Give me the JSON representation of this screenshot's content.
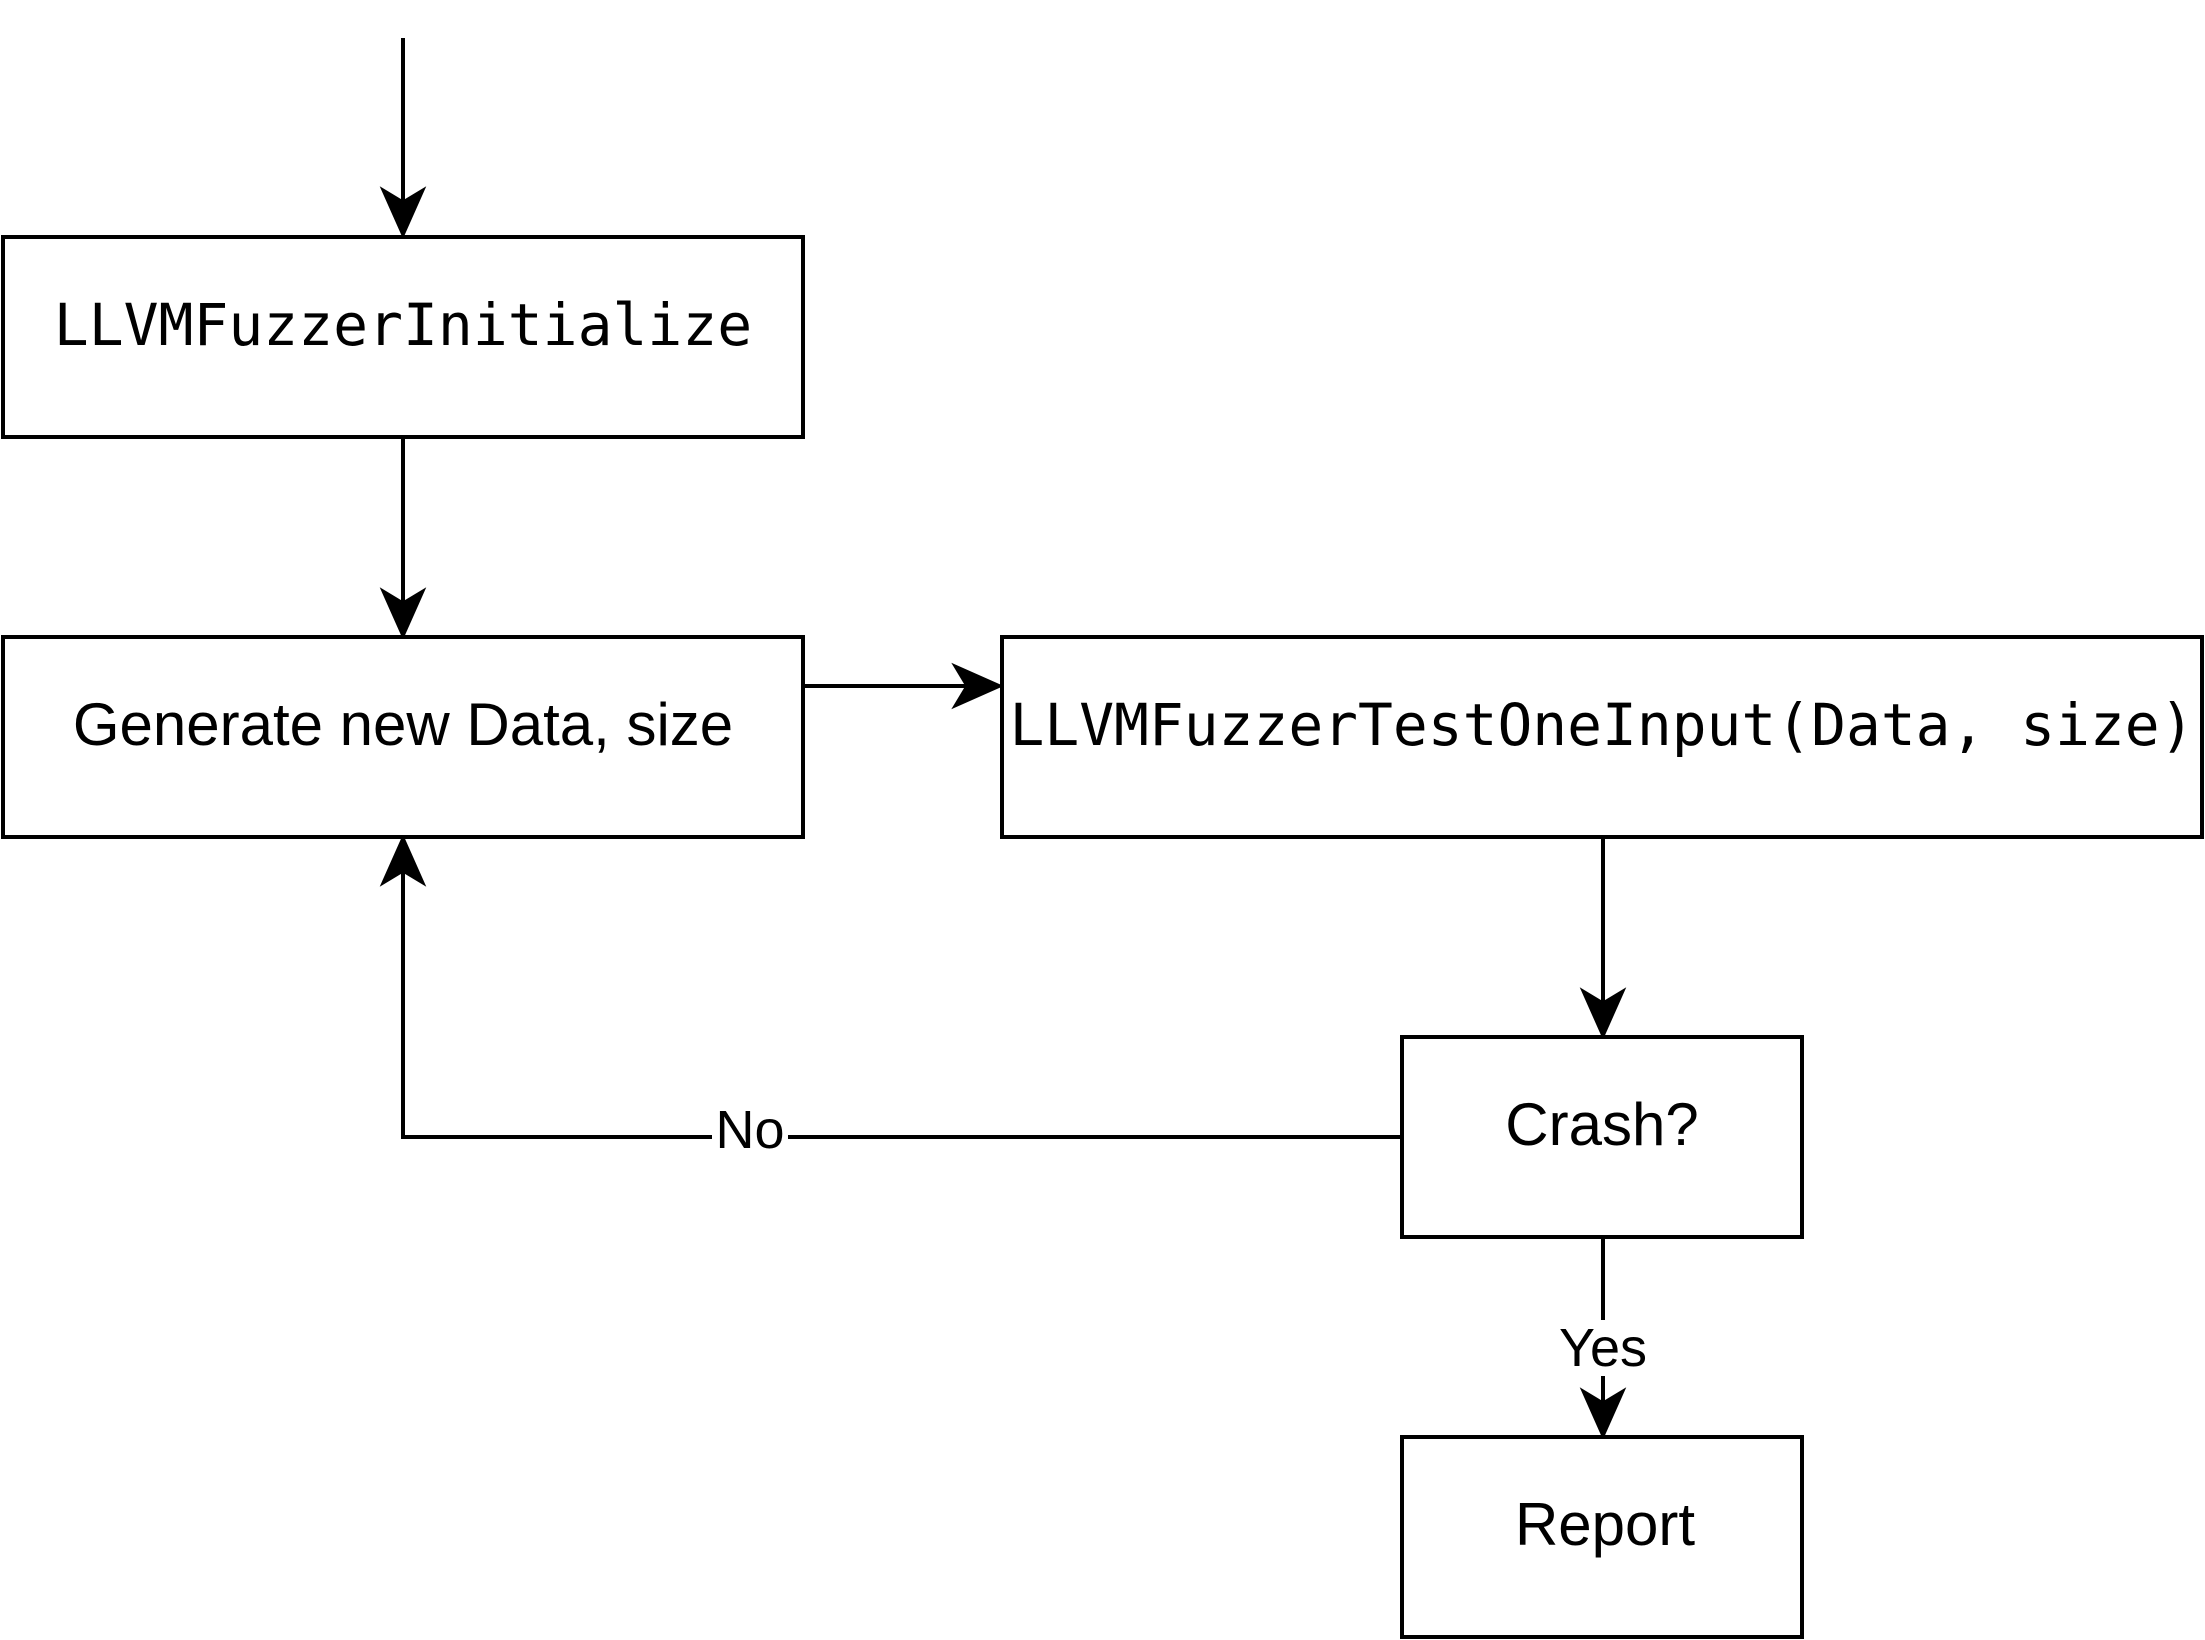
{
  "diagram": {
    "nodes": {
      "initialize": {
        "label": "LLVMFuzzerInitialize"
      },
      "generate": {
        "label": "Generate new Data, size"
      },
      "test_one_input": {
        "label": "LLVMFuzzerTestOneInput(Data, size)"
      },
      "crash_check": {
        "label": "Crash?"
      },
      "report": {
        "label": "Report"
      }
    },
    "edges": {
      "no_label": "No",
      "yes_label": "Yes"
    },
    "colors": {
      "stroke": "#000000",
      "background": "#ffffff"
    }
  }
}
